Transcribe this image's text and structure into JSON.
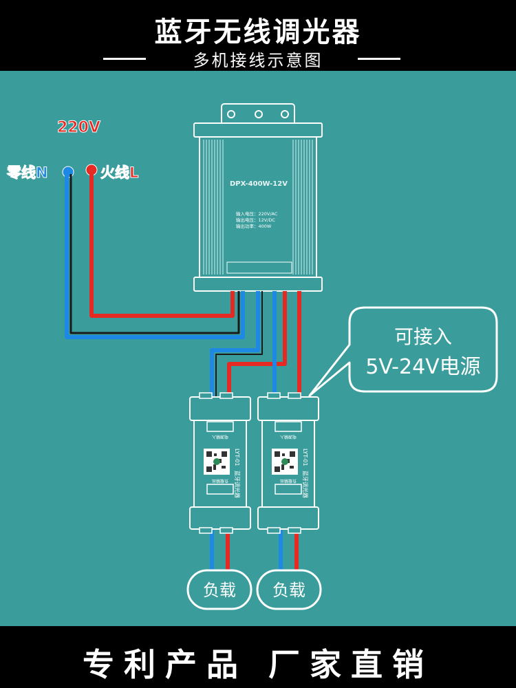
{
  "header": {
    "title": "蓝牙无线调光器",
    "subtitle": "多机接线示意图"
  },
  "diagram": {
    "voltage_label": "220V",
    "neutral_label": "零线N",
    "live_label": "火线L",
    "power_supply": {
      "model": "DPX-400W-12V",
      "spec_input": "输入电压：220V/AC",
      "spec_output": "输出电压：12V/DC",
      "spec_power": "输出功率：400W"
    },
    "callout": {
      "line1": "可接入",
      "line2": "5V-24V电源"
    },
    "dimmer": {
      "model": "LYT-01",
      "name": "蓝牙调光器",
      "input_label": "电源输入",
      "output_label": "负载输出"
    },
    "load_label": "负载",
    "colors": {
      "background": "#3a9d9c",
      "wire_red": "#e42a23",
      "wire_blue": "#1e88e5",
      "wire_dark": "#1a1a1a"
    }
  },
  "footer": {
    "slogan": "专利产品 厂家直销"
  }
}
